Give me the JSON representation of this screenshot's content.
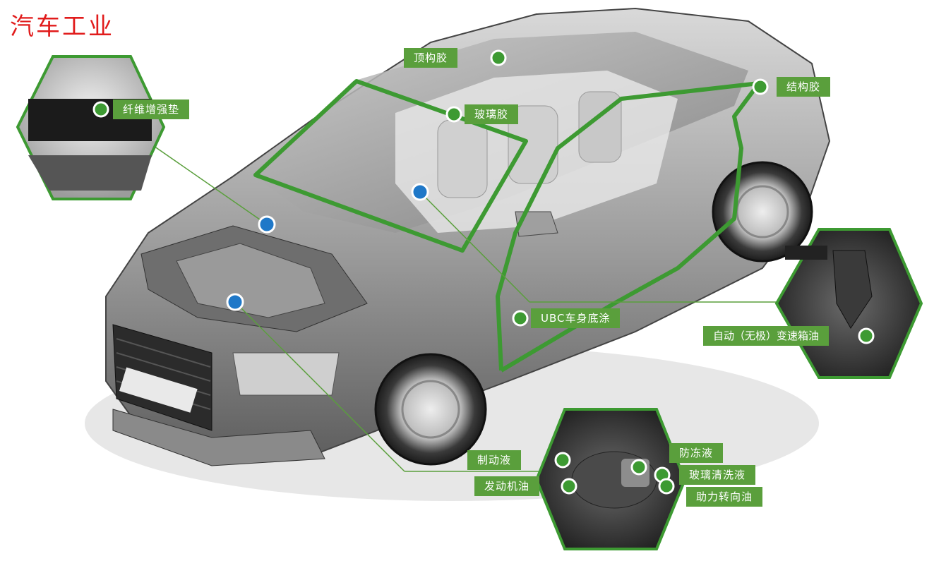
{
  "header": {
    "title": "汽车工业"
  },
  "brand": {
    "accent": "#3d9a32",
    "callout_blue": "#1f78c8",
    "label_green": "#5a9f3c"
  },
  "labels": {
    "roof_adhesive": "顶构胶",
    "structural_adhesive": "结构胶",
    "glass_adhesive": "玻璃胶",
    "fiber_pad": "纤维增强垫",
    "ubc_coating": "UBC车身底涂",
    "cvt_fluid": "自动（无极）变速箱油",
    "brake_fluid": "制动液",
    "antifreeze": "防冻液",
    "washer_fluid": "玻璃清洗液",
    "engine_oil": "发动机油",
    "power_steering_oil": "助力转向油"
  }
}
